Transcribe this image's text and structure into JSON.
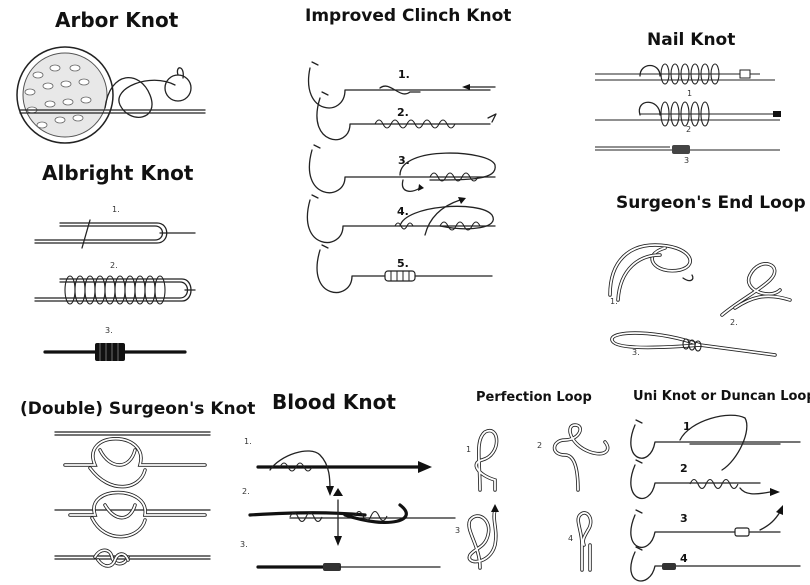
{
  "panels": {
    "arbor": {
      "title": "Arbor Knot"
    },
    "albright": {
      "title": "Albright Knot",
      "steps": [
        "1.",
        "2.",
        "3."
      ]
    },
    "clinch": {
      "title": "Improved Clinch Knot",
      "steps": [
        "1.",
        "2.",
        "3.",
        "4.",
        "5."
      ]
    },
    "nail": {
      "title": "Nail Knot",
      "steps": [
        "1",
        "2",
        "3"
      ]
    },
    "surgeon_loop": {
      "title": "Surgeon's End Loop",
      "steps": [
        "1.",
        "2.",
        "3."
      ]
    },
    "double_surgeon": {
      "title": "(Double) Surgeon's Knot"
    },
    "blood": {
      "title": "Blood Knot",
      "steps": [
        "1.",
        "2.",
        "3."
      ]
    },
    "perfection": {
      "title": "Perfection Loop",
      "steps": [
        "1",
        "2",
        "3",
        "4"
      ]
    },
    "uni": {
      "title": "Uni Knot or Duncan Loop",
      "steps": [
        "1",
        "2",
        "3",
        "4"
      ]
    }
  }
}
